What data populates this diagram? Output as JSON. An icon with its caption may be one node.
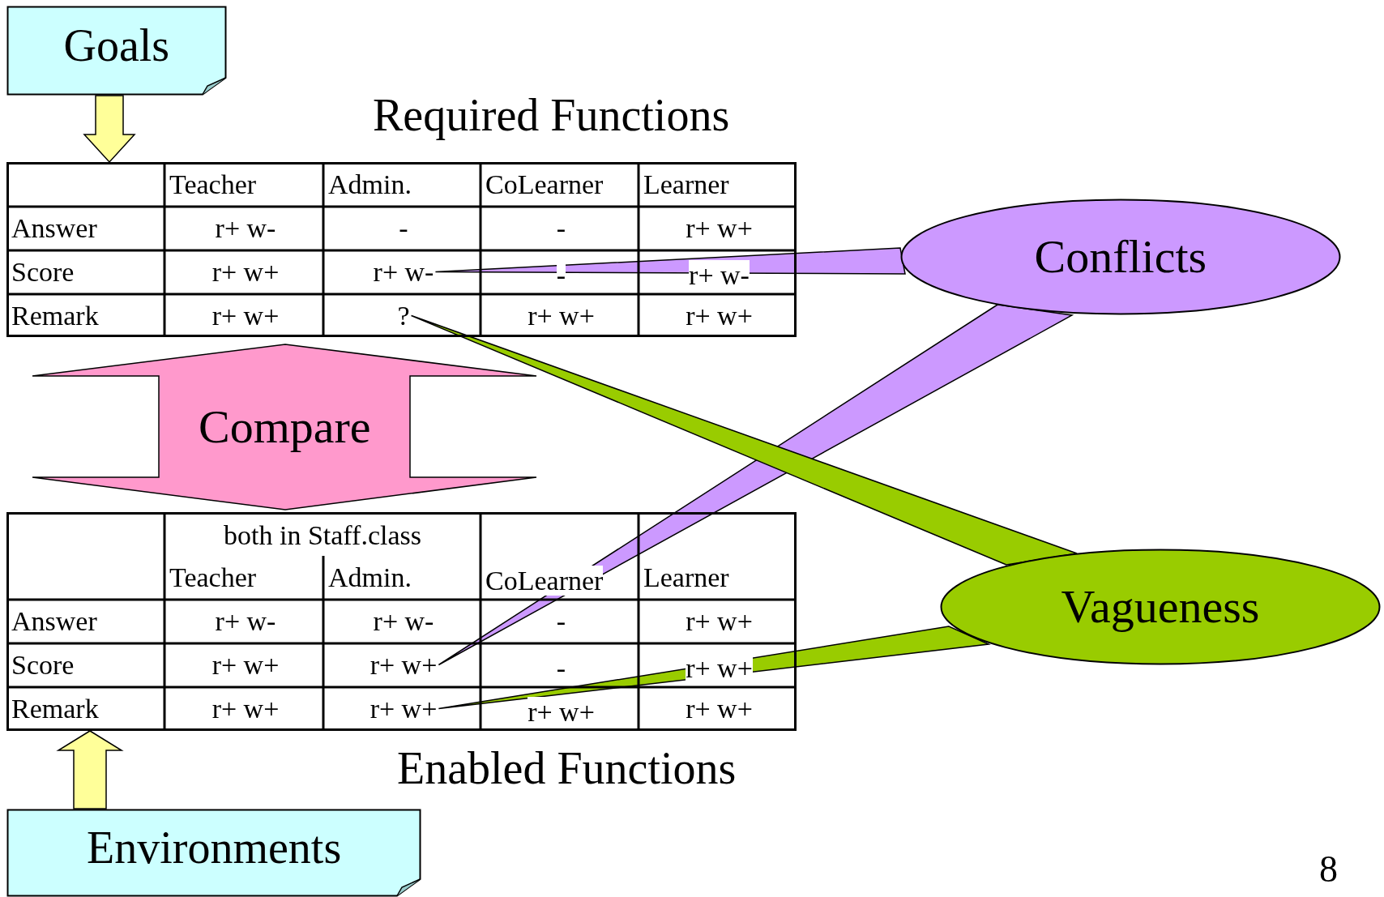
{
  "diagram": {
    "nodes": [
      {
        "text": [
          "Goals"
        ]
      },
      {
        "text": [
          "Required Functions"
        ]
      },
      {
        "text": [
          "r+ w-"
        ],
        "in": 1
      },
      {
        "text": [
          "?"
        ],
        "in": 1
      },
      {
        "text": [
          "Compare"
        ]
      },
      {
        "text": [
          "Enabled Functions"
        ]
      },
      {
        "text": [
          "r+ w+"
        ],
        "in": 5
      },
      {
        "text": [
          "r+ w+"
        ],
        "in": 5
      },
      {
        "text": [
          "Environments"
        ]
      },
      {
        "text": [
          "Conflicts"
        ]
      },
      {
        "text": [
          "Vagueness"
        ]
      }
    ],
    "edges": [
      {
        "from": 0,
        "to": 1,
        "arrow": "to",
        "color": "#ffff99"
      },
      {
        "from": 8,
        "to": 5,
        "arrow": "to",
        "color": "#ffff99"
      },
      {
        "from": 9,
        "to": 2,
        "arrow": "none",
        "color": "#cc99ff"
      },
      {
        "from": 9,
        "to": 6,
        "arrow": "none",
        "color": "#cc99ff"
      },
      {
        "from": 10,
        "to": 3,
        "arrow": "none",
        "color": "#99cc00"
      },
      {
        "from": 10,
        "to": 7,
        "arrow": "none",
        "color": "#99cc00"
      }
    ],
    "labels": [
      "Teacher",
      "Admin.",
      "CoLearner",
      "Learner",
      "Answer",
      "r+ w-",
      "-",
      "-",
      "r+ w+",
      "Score",
      "r+ w+",
      "-",
      "r+ w-",
      "Remark",
      "r+ w+",
      "r+ w+",
      "r+ w+",
      "both in Staff.class",
      "Teacher",
      "Admin.",
      "CoLearner",
      "Learner",
      "Answer",
      "r+ w-",
      "r+ w-",
      "-",
      "r+ w+",
      "Score",
      "r+ w+",
      "-",
      "r+ w+",
      "Remark",
      "r+ w+",
      "r+ w+",
      "r+ w+",
      "8"
    ]
  }
}
